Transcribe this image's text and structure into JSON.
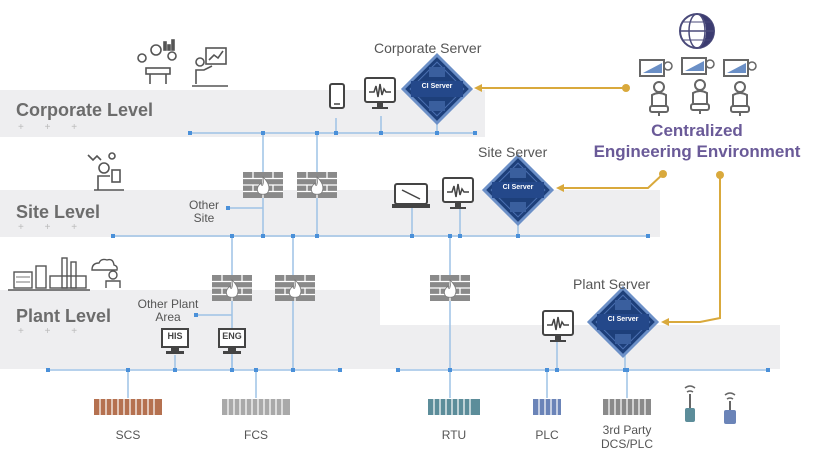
{
  "levels": {
    "corporate": "Corporate Level",
    "site": "Site Level",
    "plant": "Plant Level"
  },
  "servers": {
    "corporate": "Corporate Server",
    "site": "Site Server",
    "plant": "Plant Server",
    "badge": "CI Server"
  },
  "central": {
    "line1": "Centralized",
    "line2": "Engineering Environment"
  },
  "areas": {
    "other_site": [
      "Other",
      "Site"
    ],
    "other_plant": [
      "Other Plant",
      "Area"
    ]
  },
  "stations": {
    "his": "HIS",
    "eng": "ENG"
  },
  "devices": {
    "scs": "SCS",
    "fcs": "FCS",
    "rtu": "RTU",
    "plc": "PLC",
    "third_party": [
      "3rd Party",
      "DCS/PLC"
    ]
  },
  "plus_marks": "+ + +",
  "colors": {
    "band": "#eeeef0",
    "network": "#9ec2e6",
    "node": "#4a90d9",
    "firewall": "#777777",
    "server_fill": "#1d3f7a",
    "server_border": "#6b8fc7",
    "gold": "#d9a93c",
    "purple": "#6a5a98",
    "scs": "#b57150",
    "fcs": "#a9a9a9",
    "rtu": "#5c8d9a",
    "plc": "#6b84b8"
  }
}
